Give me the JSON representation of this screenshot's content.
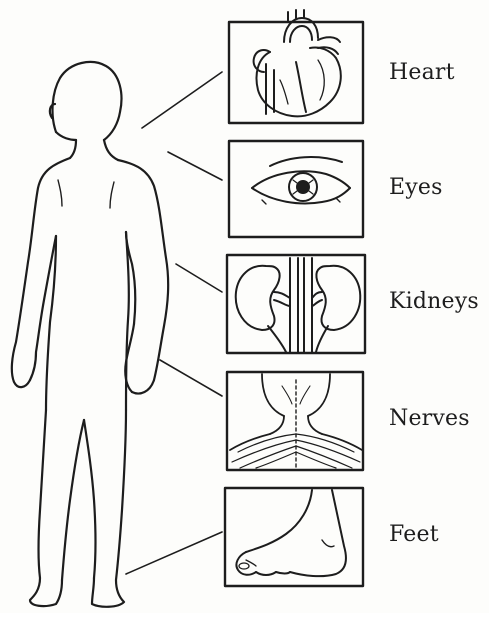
{
  "organs": [
    {
      "id": "heart",
      "label": "Heart",
      "icon": "heart-icon"
    },
    {
      "id": "eyes",
      "label": "Eyes",
      "icon": "eye-icon"
    },
    {
      "id": "kidneys",
      "label": "Kidneys",
      "icon": "kidneys-icon"
    },
    {
      "id": "nerves",
      "label": "Nerves",
      "icon": "nerves-icon"
    },
    {
      "id": "feet",
      "label": "Feet",
      "icon": "foot-icon"
    }
  ],
  "colors": {
    "ink": "#1d1d1d",
    "paper": "#fdfdfb"
  }
}
